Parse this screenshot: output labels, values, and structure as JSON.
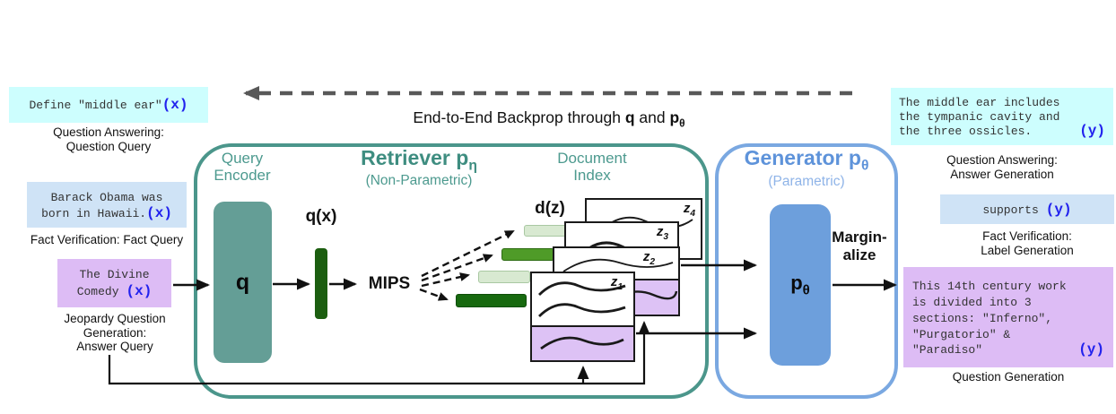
{
  "colors": {
    "retriever_teal_border": "#4b968b",
    "retriever_teal_fill": "#649e96",
    "generator_blue_border": "#7aa8e1",
    "generator_blue_fill": "#6d9fdc",
    "cyan_box": "#cdfefe",
    "blue_box": "#cfe3f6",
    "purple_box": "#ddbcf5",
    "dark_green": "#17690f",
    "mid_green": "#4f9b28",
    "pale_green": "#d8e9d1",
    "variable_blue": "#2222ee",
    "backprop_gray": "#585858"
  },
  "backprop": {
    "pre": "End-to-End Backprop through ",
    "q": "q",
    "mid": " and ",
    "p": "p",
    "p_sub": "θ"
  },
  "retriever": {
    "encoder_label": [
      "Query",
      "Encoder"
    ],
    "title": "Retriever p",
    "title_sub": "η",
    "subtitle": "(Non-Parametric)",
    "index_label": [
      "Document",
      "Index"
    ],
    "q_block": "q",
    "qx": "q(x)",
    "mips": "MIPS",
    "dz": "d(z)"
  },
  "generator": {
    "title": "Generator p",
    "title_sub": "θ",
    "subtitle": "(Parametric)",
    "p_block": "p",
    "p_block_sub": "θ",
    "marginalize": [
      "Margin-",
      "alize"
    ]
  },
  "documents": [
    {
      "label": "z",
      "sub": "1"
    },
    {
      "label": "z",
      "sub": "2"
    },
    {
      "label": "z",
      "sub": "3"
    },
    {
      "label": "z",
      "sub": "4"
    }
  ],
  "inputs": {
    "qa": {
      "text": "Define \"middle ear\"",
      "var": "(x)",
      "caption": [
        "Question Answering:",
        "Question Query"
      ]
    },
    "fact": {
      "line1": "Barack Obama was",
      "line2": "born in Hawaii.",
      "var": "(x)",
      "caption": [
        "Fact Verification: Fact Query"
      ]
    },
    "jeopardy": {
      "line1": "The Divine",
      "line2": "Comedy",
      "var": "(x)",
      "caption": [
        "Jeopardy Question",
        "Generation:",
        "Answer Query"
      ]
    }
  },
  "outputs": {
    "qa": {
      "lines": [
        "The middle ear includes",
        "the tympanic cavity and",
        "the three ossicles."
      ],
      "var": "(y)",
      "caption": [
        "Question Answering:",
        "Answer Generation"
      ]
    },
    "fact": {
      "text": "supports",
      "var": "(y)",
      "caption": [
        "Fact Verification:",
        "Label Generation"
      ]
    },
    "qgen": {
      "lines": [
        "This 14th century work",
        "is divided into 3",
        "sections: \"Inferno\",",
        "\"Purgatorio\" &",
        "\"Paradiso\""
      ],
      "var": "(y)",
      "caption": [
        "Question Generation"
      ]
    }
  }
}
